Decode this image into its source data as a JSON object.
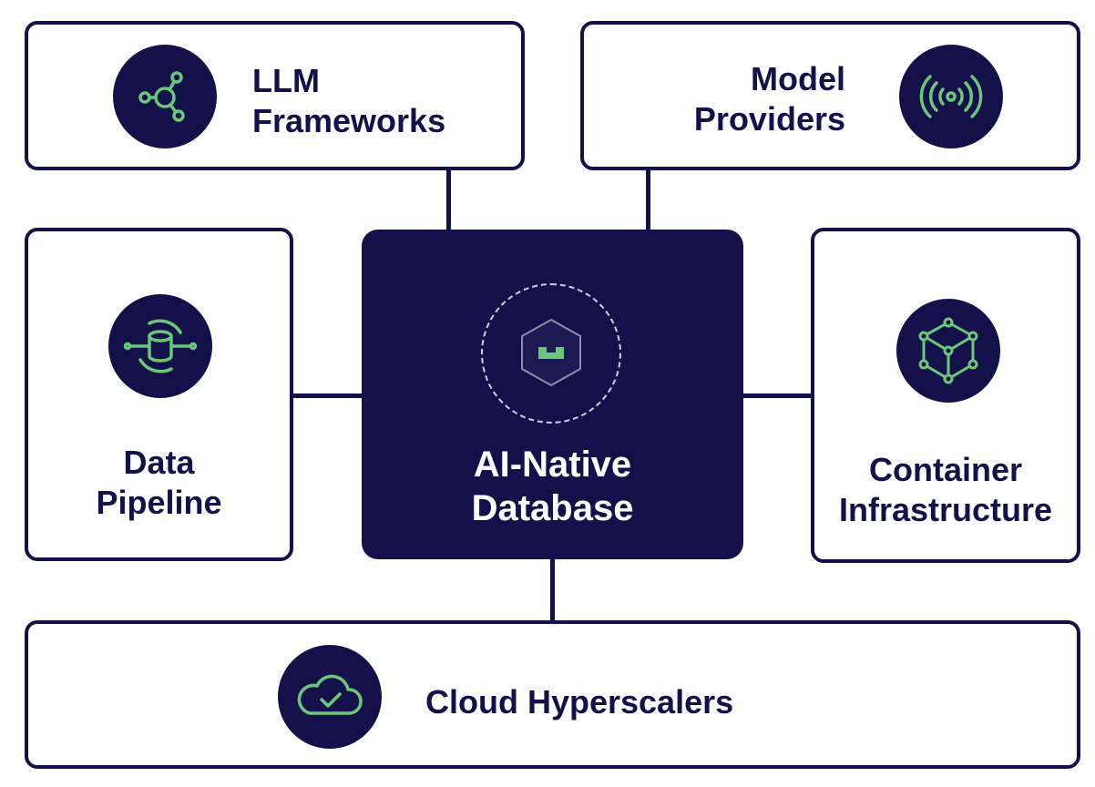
{
  "nodes": {
    "llm": {
      "lines": [
        "LLM",
        "Frameworks"
      ],
      "icon": "network-nodes-icon"
    },
    "model": {
      "lines": [
        "Model",
        "Providers"
      ],
      "icon": "broadcast-signal-icon"
    },
    "data": {
      "lines": [
        "Data",
        "Pipeline"
      ],
      "icon": "database-pipeline-icon"
    },
    "center": {
      "lines": [
        "AI-Native",
        "Database"
      ],
      "icon": "weaviate-logo-icon"
    },
    "container": {
      "lines": [
        "Container",
        "Infrastructure"
      ],
      "icon": "cube-network-icon"
    },
    "cloud": {
      "lines": [
        "Cloud Hyperscalers"
      ],
      "icon": "cloud-check-icon"
    }
  },
  "colors": {
    "navy": "#14114a",
    "accent_green": "#6bc77a",
    "border": "#14114a"
  }
}
